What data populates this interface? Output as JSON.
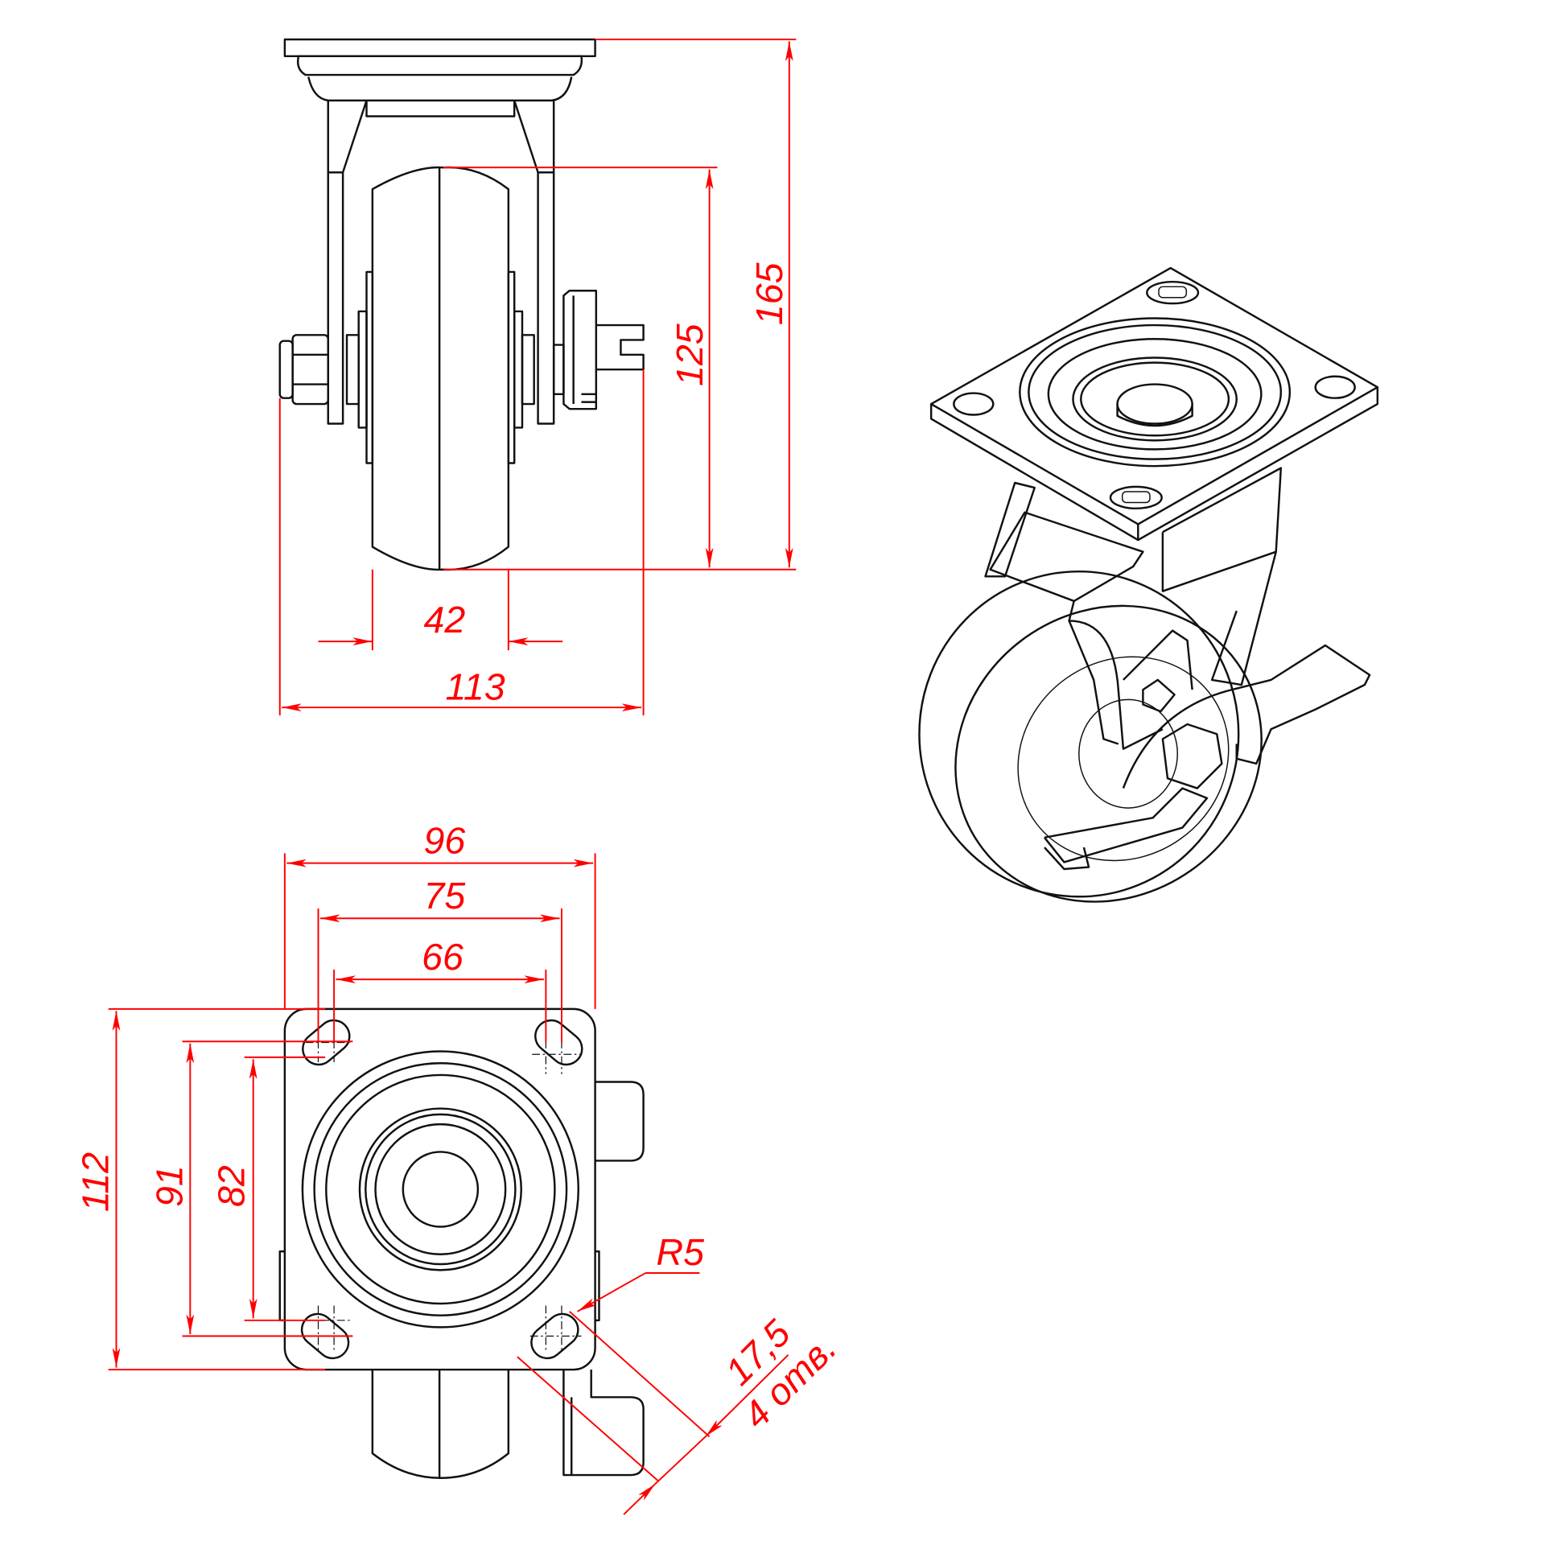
{
  "drawing": {
    "title": "Swivel caster with brake — technical drawing",
    "line_color": "#111111",
    "dimension_color": "#ff0000",
    "front_view": {
      "total_height": "165",
      "wheel_diameter": "125",
      "wheel_width": "42",
      "overall_width": "113"
    },
    "top_view": {
      "plate_width": "96",
      "hole_spacing_outer_x": "75",
      "hole_spacing_inner_x": "66",
      "plate_length": "112",
      "hole_spacing_outer_y": "91",
      "hole_spacing_inner_y": "82",
      "slot_radius": "R5",
      "slot_length": "17,5",
      "hole_count": "4 отв."
    }
  }
}
